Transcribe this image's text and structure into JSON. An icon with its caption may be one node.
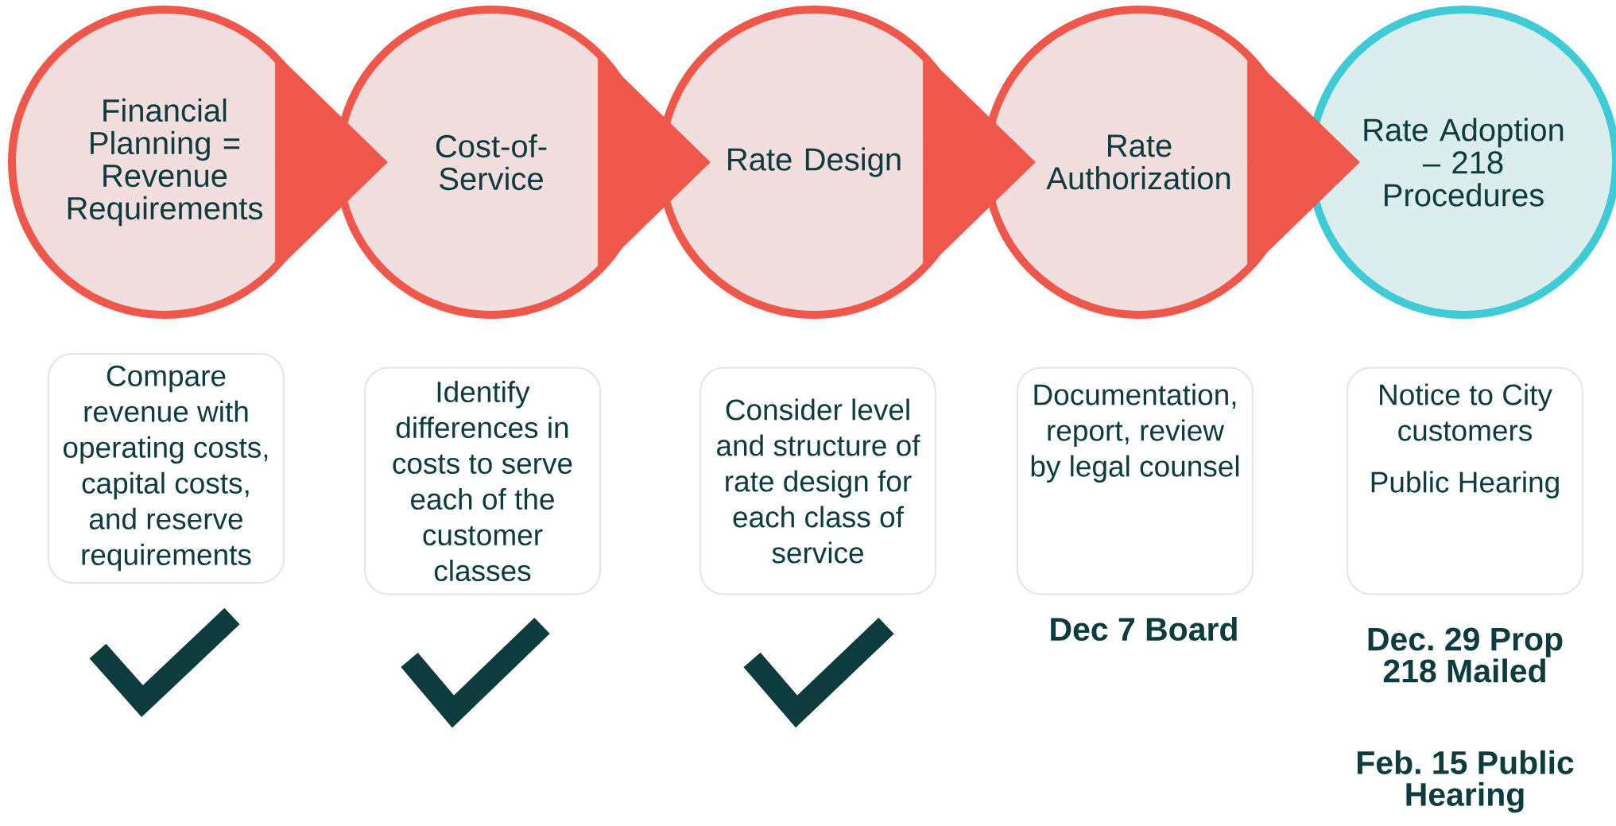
{
  "diagram": {
    "nodes": [
      {
        "text": [
          "Financial Planning = Revenue Requirements"
        ]
      },
      {
        "text": [
          "Cost-of- Service"
        ]
      },
      {
        "text": [
          "Rate Design"
        ]
      },
      {
        "text": [
          "Rate Authorization"
        ]
      },
      {
        "text": [
          "Rate Adoption – 218 Procedures"
        ]
      },
      {
        "text": [
          "Compare revenue with operating costs, capital costs, and reserve requirements"
        ]
      },
      {
        "text": [
          "Identify differences in costs to serve each of the customer classes"
        ]
      },
      {
        "text": [
          "Consider level and structure of rate design for each class of service"
        ]
      },
      {
        "text": [
          "Documentation, report, review by legal counsel"
        ],
        "beside": [
          "Dec 7 Board"
        ]
      },
      {
        "text": [
          "Notice to City customers",
          "Public Hearing"
        ],
        "beside": [
          "Dec. 29 Prop 218 Mailed",
          "Feb. 15 Public Hearing"
        ]
      }
    ],
    "edges": [
      {
        "from": 0,
        "to": 1,
        "arrow": "to"
      },
      {
        "from": 1,
        "to": 2,
        "arrow": "to"
      },
      {
        "from": 2,
        "to": 3,
        "arrow": "to"
      },
      {
        "from": 3,
        "to": 4,
        "arrow": "to"
      }
    ]
  }
}
